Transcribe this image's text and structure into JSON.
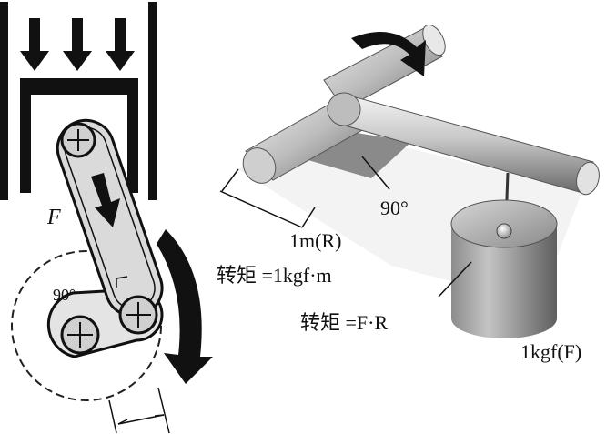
{
  "labels": {
    "force_symbol": "F",
    "piston_angle": "90°",
    "lever_angle": "90°",
    "lever_length": "1m(R)",
    "torque_example": "转矩 =1kgf·m",
    "torque_formula": "转矩 =F·R",
    "weight": "1kgf(F)"
  },
  "colors": {
    "ink": "#111111",
    "metal_light": "#e6e6e6",
    "metal_mid": "#b4b4b4",
    "metal_dark": "#6f6f6f",
    "shadow": "#8a8a8a"
  }
}
